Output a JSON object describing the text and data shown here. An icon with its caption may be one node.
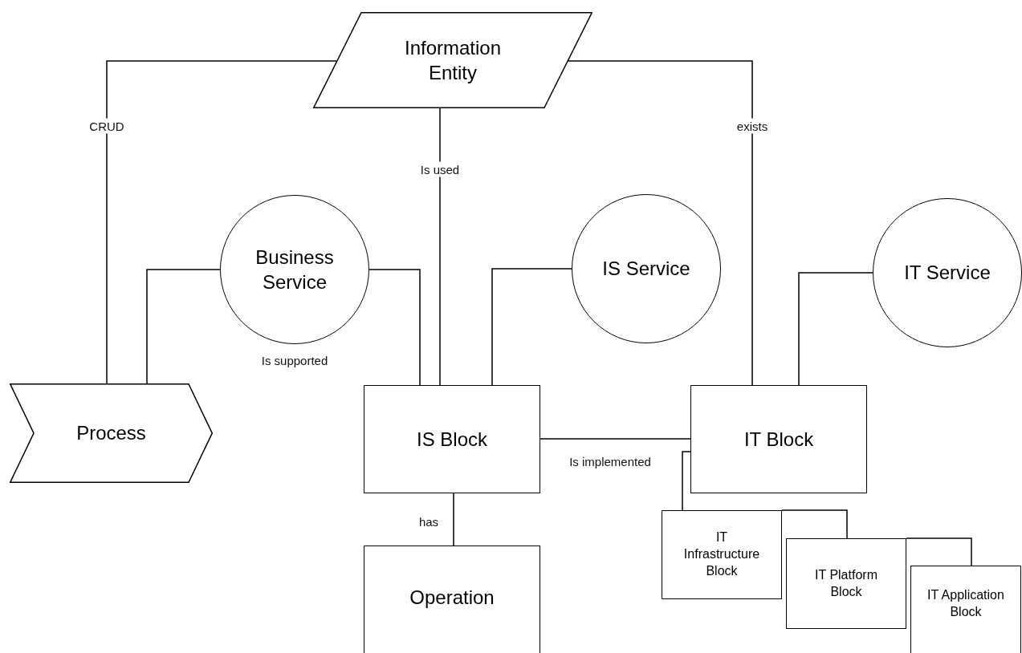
{
  "diagram": {
    "nodes": [
      {
        "text": [
          "Information Entity"
        ]
      },
      {
        "text": [
          "Business Service"
        ]
      },
      {
        "text": [
          "IS Service"
        ]
      },
      {
        "text": [
          "IT Service"
        ]
      },
      {
        "text": [
          "Process"
        ]
      },
      {
        "text": [
          "IS Block"
        ]
      },
      {
        "text": [
          "IT Block"
        ]
      },
      {
        "text": [
          "Operation"
        ]
      },
      {
        "text": [
          "IT Infrastructure Block"
        ]
      },
      {
        "text": [
          "IT Platform Block"
        ]
      },
      {
        "text": [
          "IT Application Block"
        ]
      }
    ],
    "edges": [
      {
        "from": 0,
        "to": 4,
        "arrow": "none",
        "label": "CRUD"
      },
      {
        "from": 0,
        "to": 5,
        "arrow": "none",
        "label": "Is used"
      },
      {
        "from": 0,
        "to": 6,
        "arrow": "none",
        "label": "exists"
      },
      {
        "from": 1,
        "to": 4,
        "arrow": "none"
      },
      {
        "from": 1,
        "to": 5,
        "arrow": "none"
      },
      {
        "from": 2,
        "to": 5,
        "arrow": "none"
      },
      {
        "from": 3,
        "to": 6,
        "arrow": "none"
      },
      {
        "from": 5,
        "to": 6,
        "arrow": "none",
        "label": "Is implemented"
      },
      {
        "from": 5,
        "to": 7,
        "arrow": "none",
        "label": "has"
      },
      {
        "from": 6,
        "to": 8,
        "arrow": "none"
      },
      {
        "from": 8,
        "to": 9,
        "arrow": "none"
      },
      {
        "from": 9,
        "to": 10,
        "arrow": "none"
      }
    ],
    "labels": [
      "Is supported"
    ]
  }
}
